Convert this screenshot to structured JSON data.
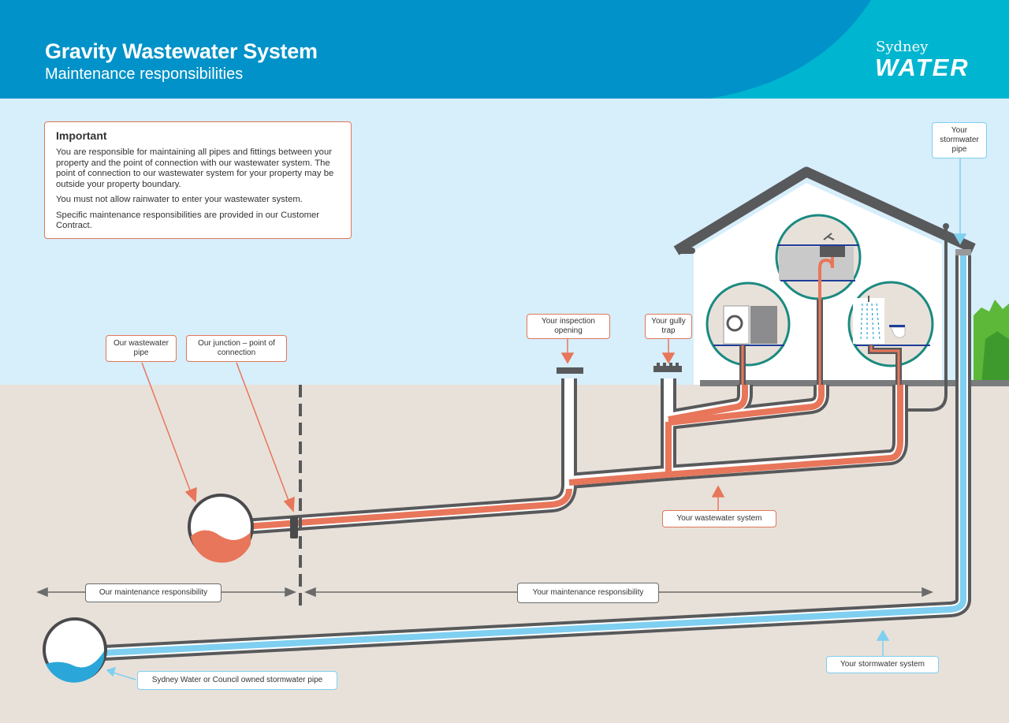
{
  "header": {
    "title": "Gravity Wastewater System",
    "subtitle": "Maintenance responsibilities",
    "logo_top": "Sydney",
    "logo_bottom": "WATER"
  },
  "important": {
    "heading": "Important",
    "paragraphs": [
      "You are responsible for maintaining all pipes and fittings between your property and the point of connection with our wastewater system. The point of connection to our wastewater system for your property may be outside your property boundary.",
      "You must not allow rainwater to enter your wastewater system.",
      "Specific maintenance responsibilities are provided in our Customer Contract."
    ]
  },
  "labels": {
    "our_wastewater_pipe": "Our wastewater pipe",
    "our_junction": "Our junction – point of connection",
    "inspection_opening": "Your inspection opening",
    "gully_trap": "Your gully trap",
    "stormwater_pipe": "Your stormwater pipe",
    "wastewater_system": "Your wastewater system",
    "our_maintenance": "Our maintenance responsibility",
    "your_maintenance": "Your maintenance responsibility",
    "council_stormwater": "Sydney Water or Council owned stormwater pipe",
    "stormwater_system": "Your stormwater system"
  },
  "colors": {
    "header_blue": "#0092c8",
    "header_teal": "#00b5cf",
    "sky": "#d7eefb",
    "ground": "#e8e1da",
    "wastewater": "#e8765a",
    "stormwater": "#7fcff0",
    "pipe_wall": "#58595b",
    "fixture_ring": "#1a8a80"
  }
}
